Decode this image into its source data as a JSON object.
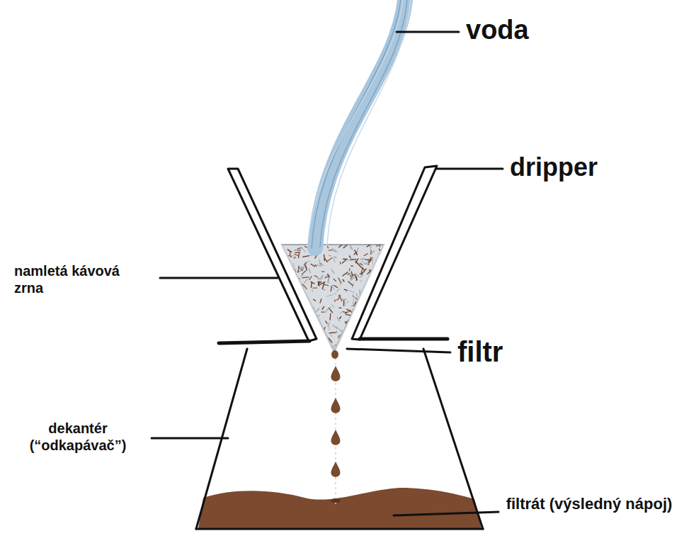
{
  "diagram": {
    "labels": [
      "voda",
      "dripper",
      "namletá kávová zrna",
      "filtr",
      "dekantér (“odkapávač”)",
      "filtrát (výsledný nápoj)"
    ]
  }
}
